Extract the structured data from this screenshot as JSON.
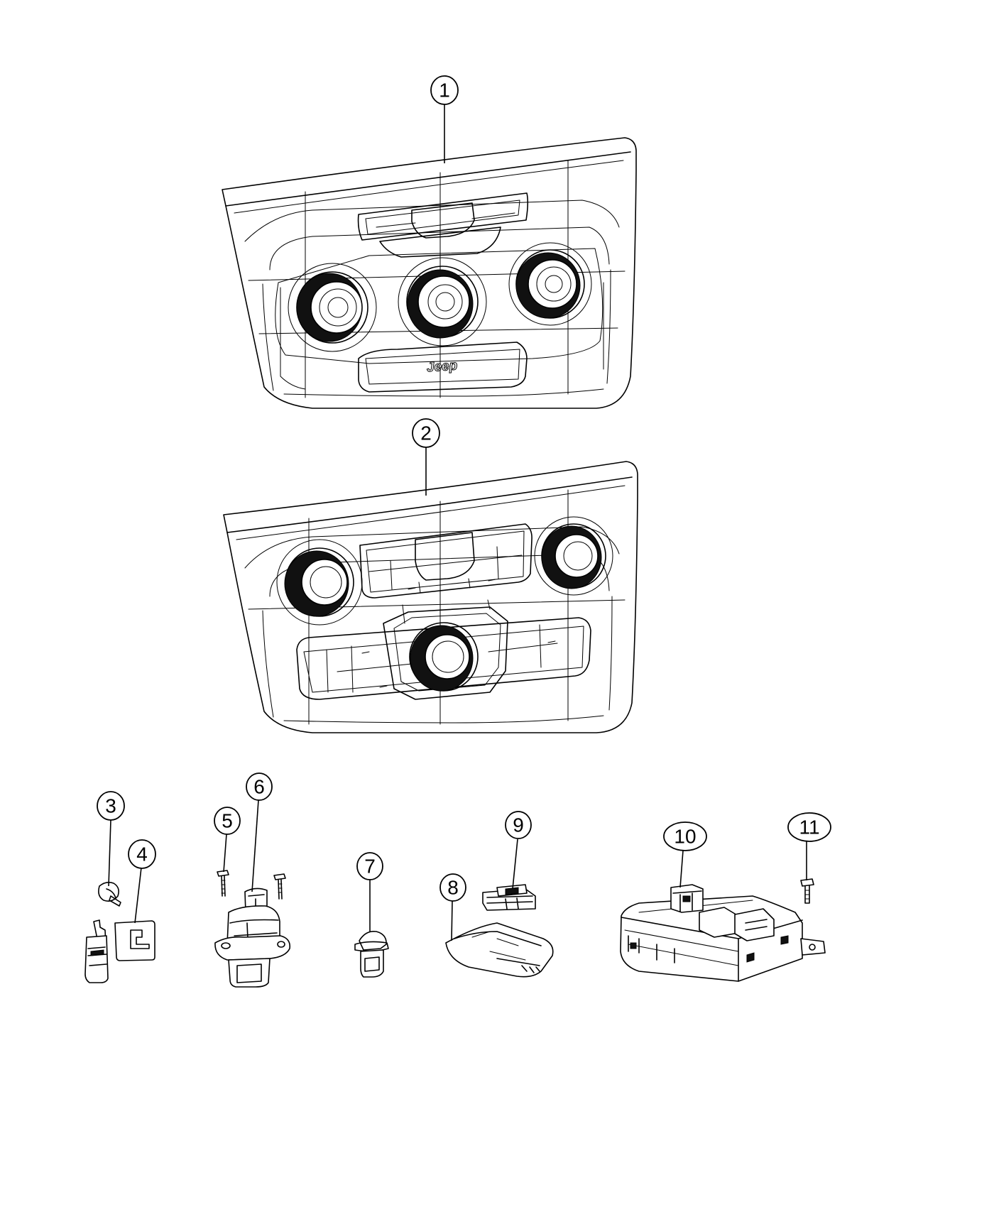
{
  "diagram": {
    "callouts": [
      "1",
      "2",
      "3",
      "4",
      "5",
      "6",
      "7",
      "8",
      "9",
      "10",
      "11"
    ],
    "logo_text": "Jeep"
  }
}
